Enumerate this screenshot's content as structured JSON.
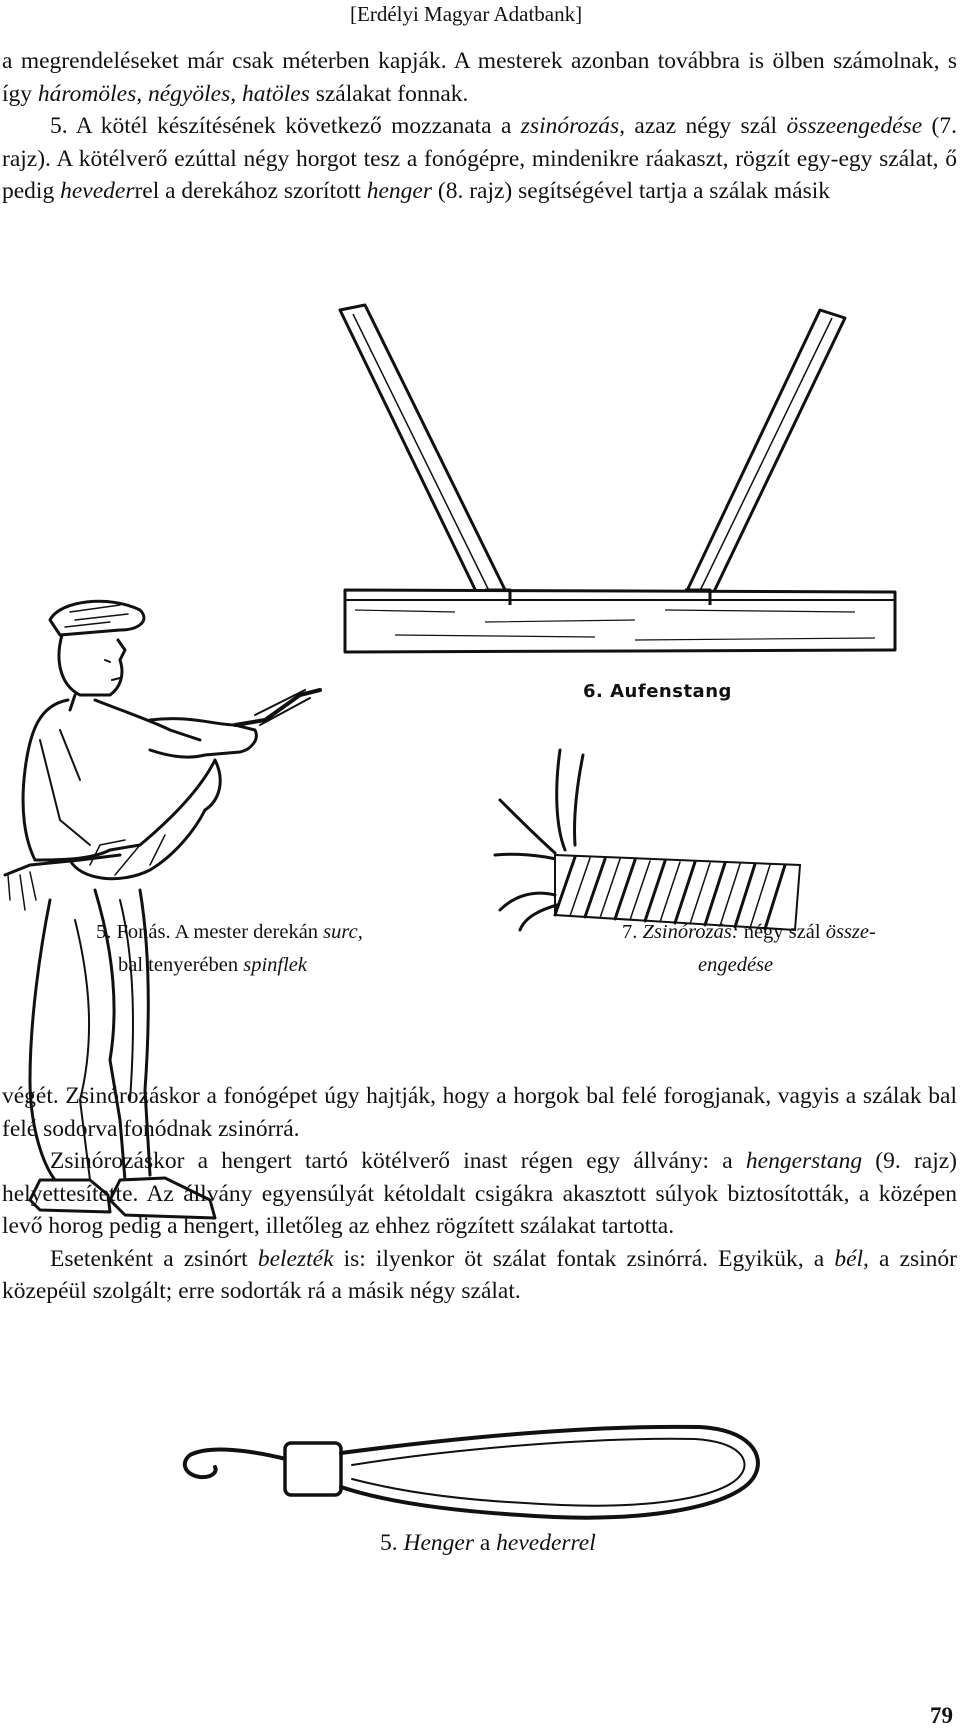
{
  "header": {
    "source": "[Erdélyi Magyar Adatbank]"
  },
  "top_text": {
    "p1": [
      {
        "t": "a megrendeléseket már csak méterben kapják. A mesterek azonban to­vábbra is ölben számolnak, s így "
      },
      {
        "t": "háromöles, négyöles, hatöles",
        "i": true
      },
      {
        "t": " szálakat fonnak."
      }
    ],
    "p2": [
      {
        "t": "5. A kötél készítésének következő mozzanata a "
      },
      {
        "t": "zsinórozás,",
        "i": true
      },
      {
        "t": " azaz négy szál "
      },
      {
        "t": "összeengedése",
        "i": true
      },
      {
        "t": " (7. rajz). A kötélverő ezúttal négy horgot tesz a fonó­gépre, mindenikre ráakaszt, rögzít egy-egy szálat, ő pedig "
      },
      {
        "t": "heveder",
        "i": true
      },
      {
        "t": "rel a derekához szorított "
      },
      {
        "t": "henger",
        "i": true
      },
      {
        "t": " (8. rajz) segítségével tartja a szálak másik"
      }
    ]
  },
  "figures": {
    "fig5": {
      "caption_line1": [
        {
          "t": "5. Fonás. A mester derekán "
        },
        {
          "t": "surc,",
          "i": true
        }
      ],
      "caption_line2": [
        {
          "t": "bal tenyerében "
        },
        {
          "t": "spinflek",
          "i": true
        }
      ]
    },
    "fig6": {
      "caption": "6. Aufenstang"
    },
    "fig7": {
      "caption_line1": [
        {
          "t": "7. "
        },
        {
          "t": "Zsinórozás:",
          "i": true
        },
        {
          "t": " négy szál "
        },
        {
          "t": "össze-",
          "i": true
        }
      ],
      "caption_line2": [
        {
          "t": "engedése",
          "i": true
        }
      ]
    },
    "fig8": {
      "caption": [
        {
          "t": "5. "
        },
        {
          "t": "Henger",
          "i": true
        },
        {
          "t": " a "
        },
        {
          "t": "hevederrel",
          "i": true
        }
      ]
    }
  },
  "bottom_text": {
    "p1": [
      {
        "t": "végét. Zsinórozáskor a fonógépet úgy hajtják, hogy a horgok bal felé fo­rogjanak, vagyis a szálak bal felé sodorva fonódnak zsinórrá."
      }
    ],
    "p2": [
      {
        "t": "Zsinórozáskor a hengert tartó kötélverő inast régen egy állvány: a "
      },
      {
        "t": "hengerstang",
        "i": true
      },
      {
        "t": " (9. rajz) helyettesítette. Az állvány egyensúlyát kétoldalt csigákra akasztott súlyok biztosították, a középen levő horog pedig a hengert, illetőleg az ehhez rögzített szálakat tartotta."
      }
    ],
    "p3": [
      {
        "t": "Esetenként a zsinórt "
      },
      {
        "t": "belezték",
        "i": true
      },
      {
        "t": " is: ilyenkor öt szálat fontak zsinórrá. Egyikük, a "
      },
      {
        "t": "bél,",
        "i": true
      },
      {
        "t": " a zsinór közepéül szolgált; erre sodorták rá a másik négy szálat."
      }
    ]
  },
  "page_number": "79"
}
